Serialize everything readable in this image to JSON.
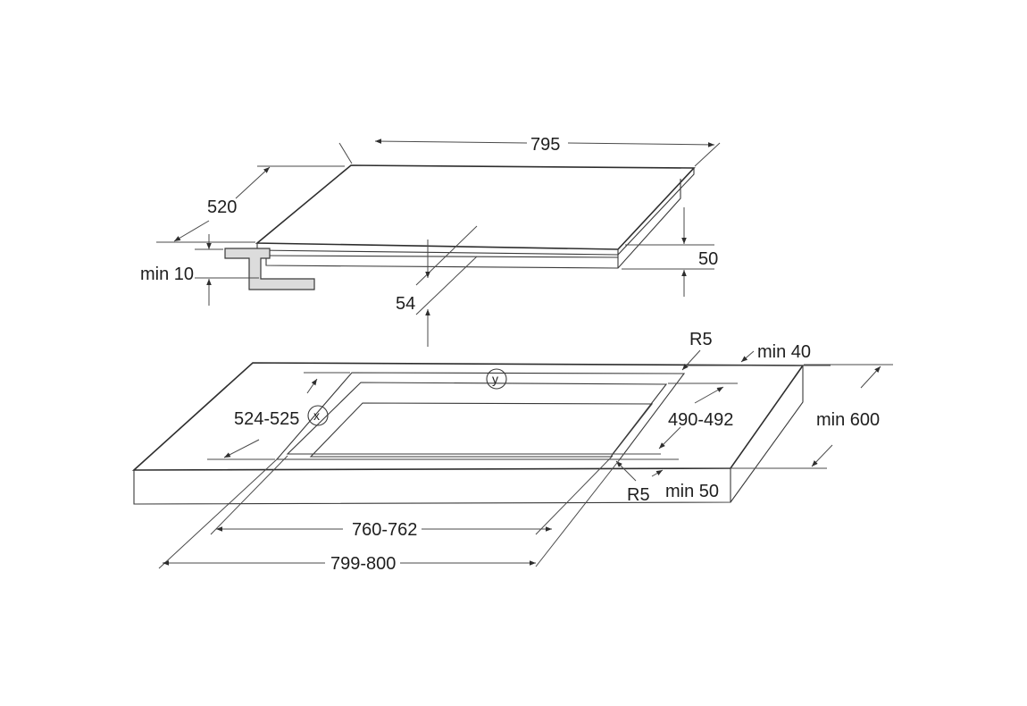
{
  "labels": {
    "top_width": "795",
    "top_depth": "520",
    "height": "50",
    "insert": "54",
    "min_gap": "min 10",
    "cut_radius_top": "R5",
    "min_back": "min 40",
    "cut_depth": "524-525",
    "cut_depth_inner": "490-492",
    "worktop_depth": "min 600",
    "cut_radius_bottom": "R5",
    "min_front": "min 50",
    "cut_width_inner": "760-762",
    "cut_width": "799-800"
  },
  "markers": {
    "x": "x",
    "y": "y"
  },
  "colors": {
    "line": "#3a3a3a",
    "bracket": "#dcdcdc"
  }
}
